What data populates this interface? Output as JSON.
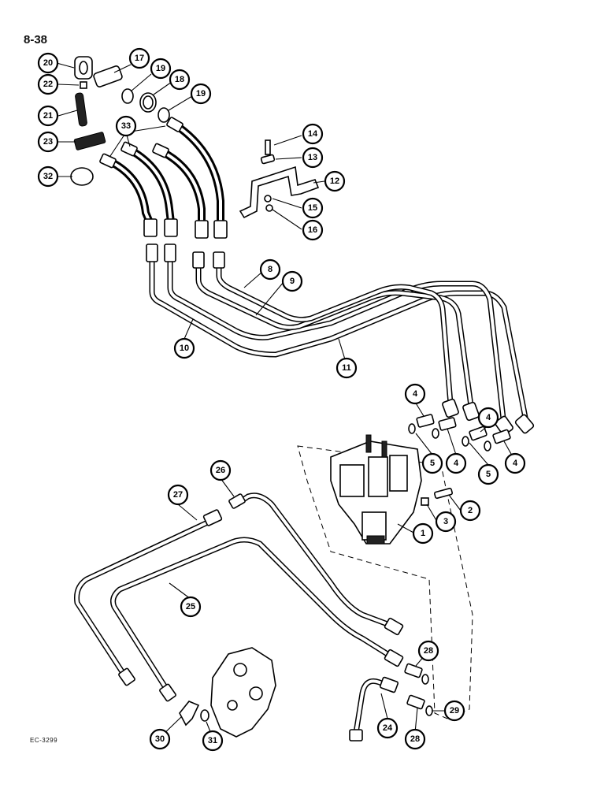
{
  "page": {
    "number": "8-38",
    "drawing_code": "EC-3299"
  },
  "callouts": {
    "c1": "1",
    "c2": "2",
    "c3": "3",
    "c4a": "4",
    "c4b": "4",
    "c4c": "4",
    "c4d": "4",
    "c5a": "5",
    "c5b": "5",
    "c8": "8",
    "c9": "9",
    "c10": "10",
    "c11": "11",
    "c12": "12",
    "c13": "13",
    "c14": "14",
    "c15": "15",
    "c16": "16",
    "c17": "17",
    "c18": "18",
    "c19a": "19",
    "c19b": "19",
    "c20": "20",
    "c21": "21",
    "c22": "22",
    "c23": "23",
    "c24": "24",
    "c25": "25",
    "c26": "26",
    "c27": "27",
    "c28a": "28",
    "c28b": "28",
    "c29": "29",
    "c30": "30",
    "c31": "31",
    "c32": "32",
    "c33": "33"
  }
}
